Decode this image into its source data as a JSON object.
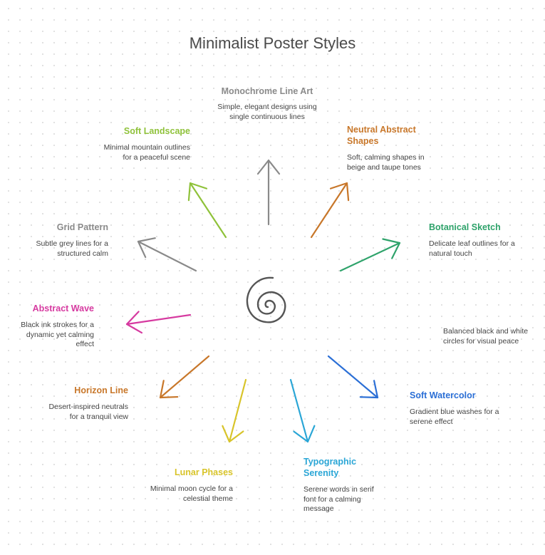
{
  "title": "Minimalist Poster Styles",
  "items": [
    {
      "id": "monochrome",
      "title": "Monochrome Line Art",
      "description": "Simple, elegant designs using single continuous lines",
      "color": "#8a8a8a"
    },
    {
      "id": "neutral",
      "title": "Neutral Abstract Shapes",
      "description": "Soft, calming shapes in beige and taupe tones",
      "color": "#c8772a"
    },
    {
      "id": "botanical",
      "title": "Botanical Sketch",
      "description": "Delicate leaf outlines for a natural touch",
      "color": "#2fa36b"
    },
    {
      "id": "balanced",
      "title": "",
      "description": "Balanced black and white circles for visual peace",
      "color": "#444444"
    },
    {
      "id": "watercolor",
      "title": "Soft Watercolor",
      "description": "Gradient blue washes for a serene effect",
      "color": "#2b6fd6"
    },
    {
      "id": "typographic",
      "title": "Typographic Serenity",
      "description": "Serene words in serif font for a calming message",
      "color": "#2aa6d6"
    },
    {
      "id": "lunar",
      "title": "Lunar Phases",
      "description": "Minimal moon cycle for a celestial theme",
      "color": "#d8c42a"
    },
    {
      "id": "horizon",
      "title": "Horizon Line",
      "description": "Desert-inspired neutrals for a tranquil view",
      "color": "#c8772a"
    },
    {
      "id": "wave",
      "title": "Abstract Wave",
      "description": "Black ink strokes for a dynamic yet calming effect",
      "color": "#d63aa0"
    },
    {
      "id": "grid",
      "title": "Grid Pattern",
      "description": "Subtle grey lines for a structured calm",
      "color": "#8a8a8a"
    },
    {
      "id": "landscape",
      "title": "Soft Landscape",
      "description": "Minimal mountain outlines for a peaceful scene",
      "color": "#8fc23a"
    }
  ]
}
